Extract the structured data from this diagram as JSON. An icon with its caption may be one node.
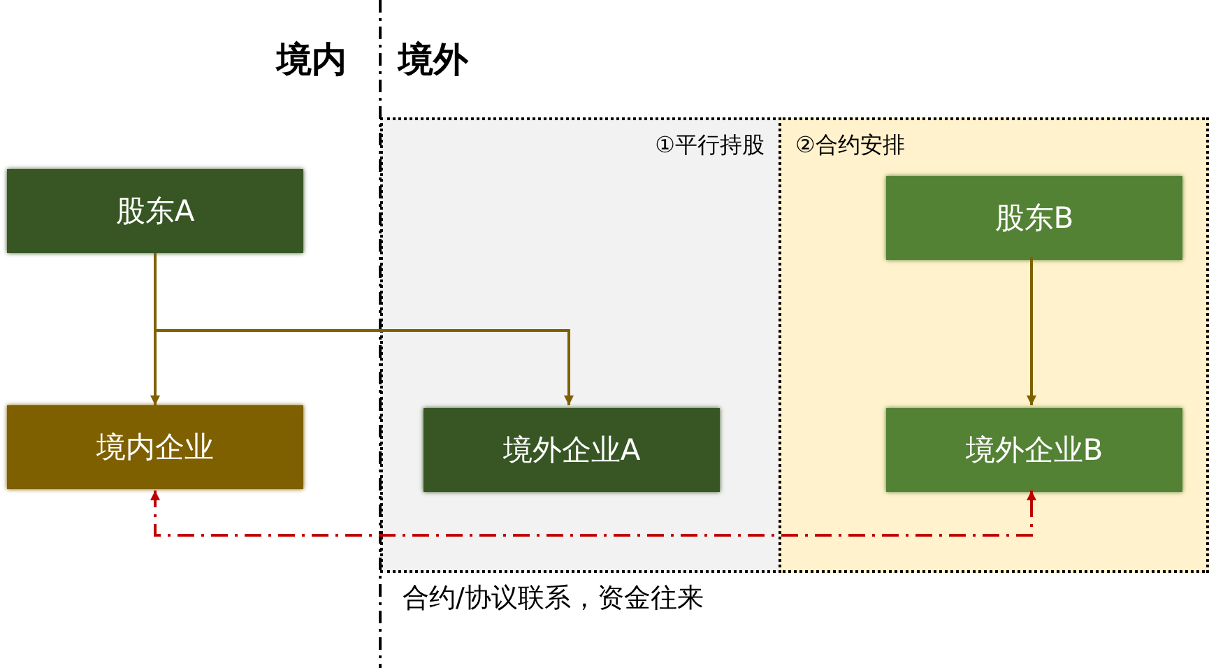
{
  "diagram": {
    "nodes": [
      {
        "text": [
          "股东A"
        ]
      },
      {
        "text": [
          "①平行持股"
        ]
      },
      {
        "text": [
          "②合约安排"
        ]
      },
      {
        "text": [
          "股东B"
        ],
        "in": 2
      },
      {
        "text": [
          "境内企业"
        ]
      },
      {
        "text": [
          "境外企业A"
        ],
        "in": 1
      },
      {
        "text": [
          "境外企业B"
        ],
        "in": 2
      }
    ],
    "edges": [
      {
        "from": 0,
        "to": 4,
        "arrow": "to"
      },
      {
        "from": 0,
        "to": 5,
        "arrow": "to"
      },
      {
        "from": 3,
        "to": 6,
        "arrow": "to"
      },
      {
        "from": 4,
        "to": 6,
        "arrow": "both",
        "style": "dashed",
        "color": "#c00000"
      }
    ],
    "labels": [
      "境内",
      "境外",
      "合约/协议联系，资金往来"
    ]
  }
}
